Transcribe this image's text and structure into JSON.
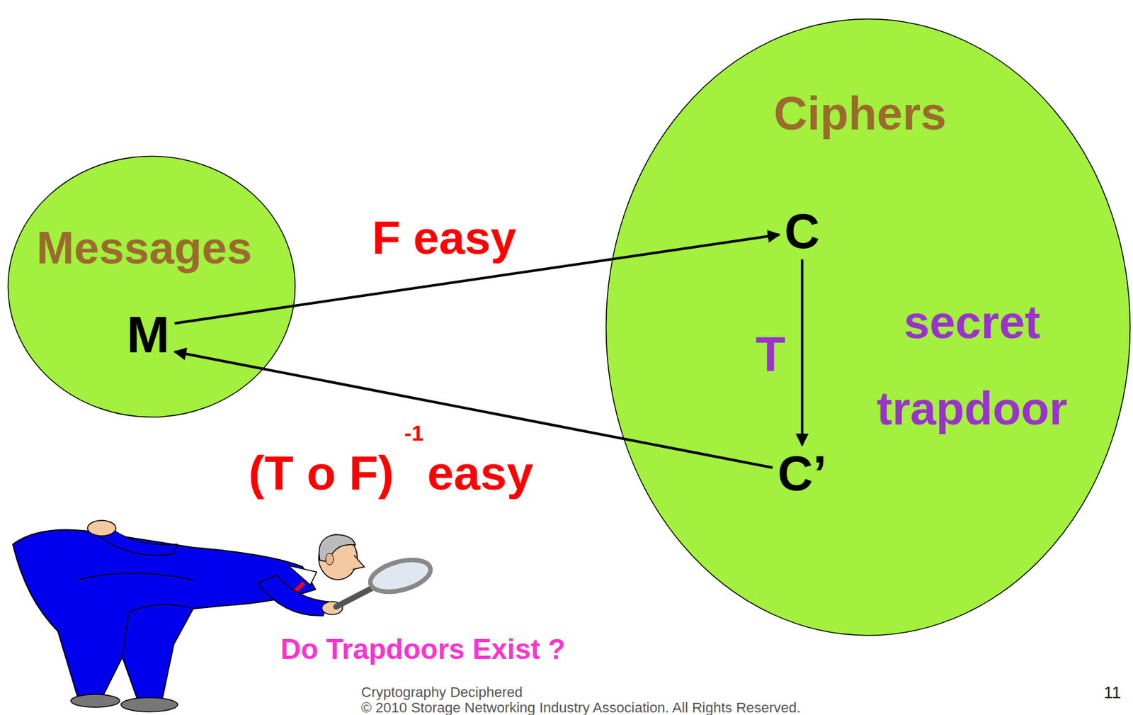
{
  "diagram": {
    "nodes": [
      {
        "text": [
          "Messages"
        ]
      },
      {
        "text": [
          "M"
        ],
        "in": 0
      },
      {
        "text": [
          "Ciphers",
          "secret trapdoor"
        ]
      },
      {
        "text": [
          "C"
        ],
        "in": 2
      },
      {
        "text": [
          "C’"
        ],
        "in": 2
      }
    ],
    "edges": [
      {
        "from": 1,
        "to": 3,
        "arrow": "to",
        "label": "F easy"
      },
      {
        "from": 3,
        "to": 4,
        "arrow": "to",
        "label": "T"
      },
      {
        "from": 4,
        "to": 1,
        "arrow": "to",
        "label": "(T o F)"
      }
    ],
    "labels": [
      "-1",
      "easy",
      "Do Trapdoors Exist ?",
      "Cryptography Deciphered",
      "© 2010 Storage Networking Industry Association. All Rights Reserved.",
      "11"
    ]
  }
}
